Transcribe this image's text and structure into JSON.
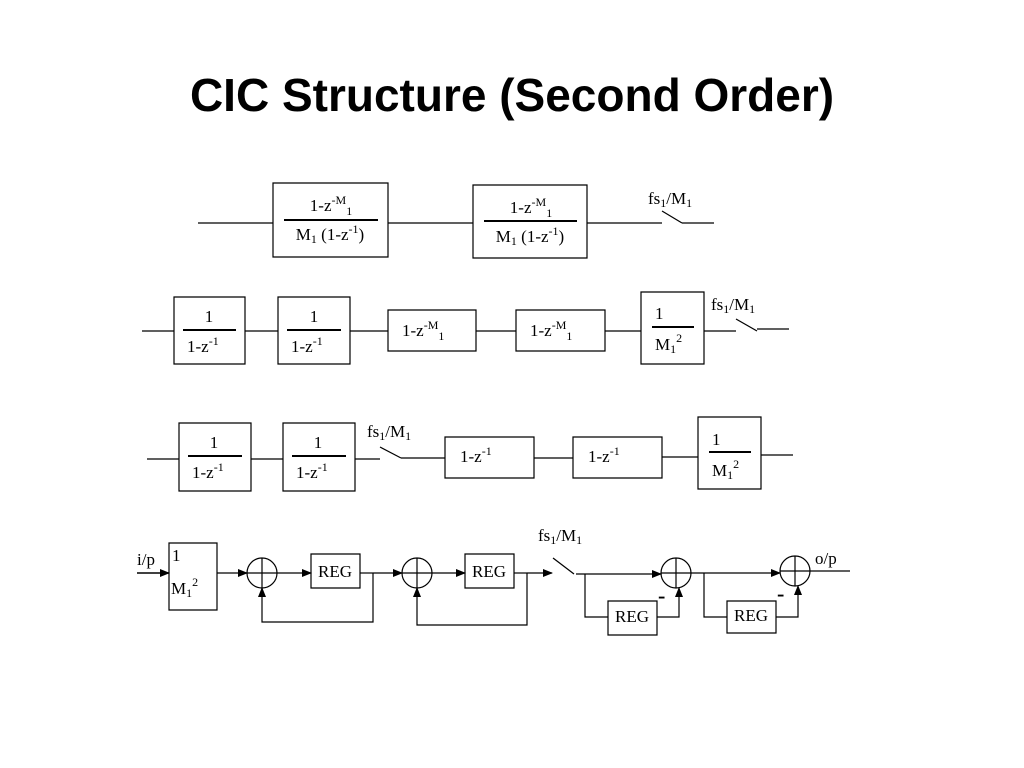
{
  "title": "CIC Structure  (Second Order)",
  "colors": {
    "ink": "#000000",
    "background": "#ffffff"
  },
  "rows": {
    "row1": {
      "blocks": [
        {
          "num": "1-z",
          "num_sup": "-M",
          "num_sub": "1",
          "den": "M",
          "den_sub": "1",
          "den_rest": " (1-z",
          "den_sup": "-1",
          "den_end": ")"
        },
        {
          "num": "1-z",
          "num_sup": "-M",
          "num_sub": "1",
          "den": "M",
          "den_sub": "1",
          "den_rest": " (1-z",
          "den_sup": "-1",
          "den_end": ")"
        }
      ],
      "switch": {
        "text": "fs",
        "sub": "1",
        "rest": "/M",
        "sub2": "1"
      }
    },
    "row2": {
      "integrators": [
        {
          "num": "1",
          "den": "1-z",
          "den_sup": "-1"
        },
        {
          "num": "1",
          "den": "1-z",
          "den_sup": "-1"
        }
      ],
      "combs": [
        {
          "text": "1-z",
          "sup": "-M",
          "sub": "1"
        },
        {
          "text": "1-z",
          "sup": "-M",
          "sub": "1"
        }
      ],
      "gain": {
        "num": "1",
        "den": "M",
        "den_sub": "1",
        "den_sup": "2"
      },
      "switch": {
        "text": "fs",
        "sub": "1",
        "rest": "/M",
        "sub2": "1"
      }
    },
    "row3": {
      "integrators": [
        {
          "num": "1",
          "den": "1-z",
          "den_sup": "-1"
        },
        {
          "num": "1",
          "den": "1-z",
          "den_sup": "-1"
        }
      ],
      "switch": {
        "text": "fs",
        "sub": "1",
        "rest": "/M",
        "sub2": "1"
      },
      "combs": [
        {
          "text": "1-z",
          "sup": "-1"
        },
        {
          "text": "1-z",
          "sup": "-1"
        }
      ],
      "gain": {
        "num": "1",
        "den": "M",
        "den_sub": "1",
        "den_sup": "2"
      }
    },
    "row4": {
      "input_label": "i/p",
      "output_label": "o/p",
      "gain": {
        "num": "1",
        "den": "M",
        "den_sub": "1",
        "den_sup": "2"
      },
      "reg_label": "REG",
      "minus_sign": "-",
      "switch": {
        "text": "fs",
        "sub": "1",
        "rest": "/M",
        "sub2": "1"
      }
    }
  }
}
